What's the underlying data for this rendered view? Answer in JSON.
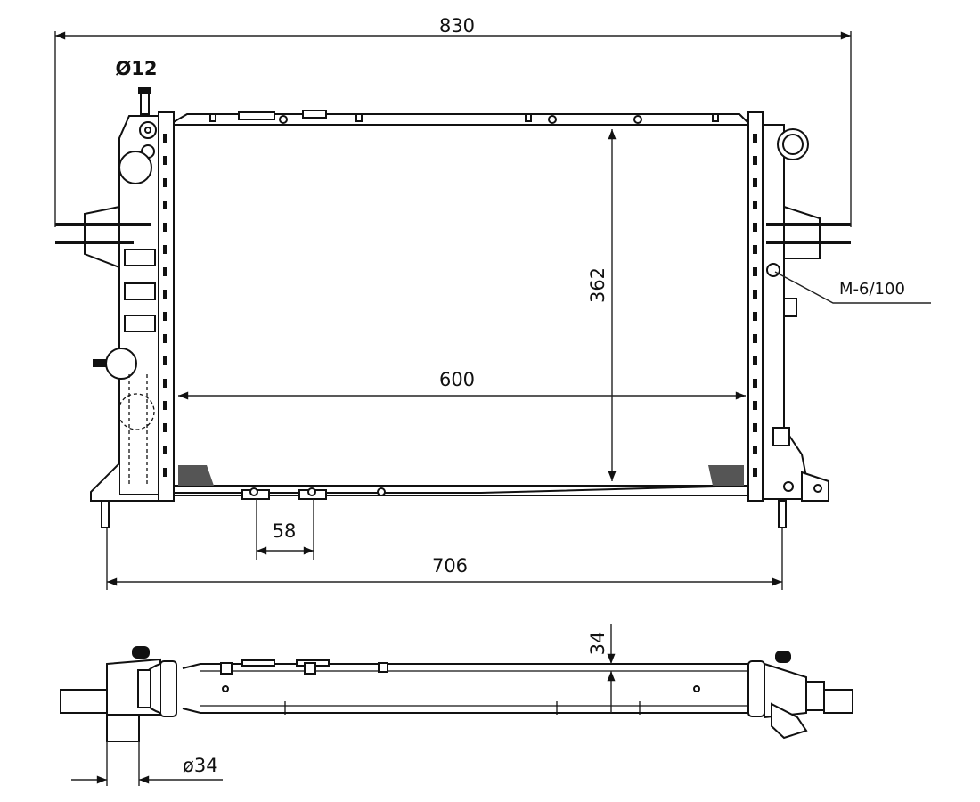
{
  "dimensions": {
    "overall_width": "830",
    "pipe_diameter_top": "Ø12",
    "core_height": "362",
    "core_width": "600",
    "mount_spacing": "58",
    "mount_width": "706",
    "thread": "M-6/100",
    "core_depth": "34",
    "pipe_diameter_outlet": "ø34"
  }
}
